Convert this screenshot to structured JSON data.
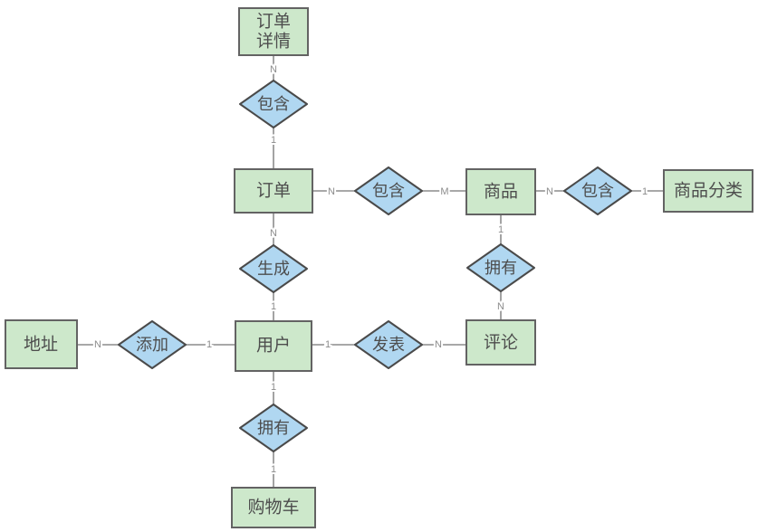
{
  "diagram": {
    "kind": "entity-relationship-diagram",
    "language": "zh-CN"
  },
  "colors": {
    "background": "#ffffff",
    "entity_fill": "#cde8cb",
    "entity_border": "#636363",
    "relation_fill": "#b0d7f1",
    "relation_border": "#4a4a4a",
    "connector": "#8c8c8c",
    "label_text": "#4d4d4d",
    "cardinality_text": "#8c8c8c"
  },
  "entities": [
    {
      "name": "order-details",
      "label": "订单详情",
      "lines": [
        "订单",
        "详情"
      ]
    },
    {
      "name": "order",
      "label": "订单"
    },
    {
      "name": "product",
      "label": "商品"
    },
    {
      "name": "product-category",
      "label": "商品分类"
    },
    {
      "name": "address",
      "label": "地址"
    },
    {
      "name": "user",
      "label": "用户"
    },
    {
      "name": "comment",
      "label": "评论"
    },
    {
      "name": "cart",
      "label": "购物车"
    }
  ],
  "relationships": [
    {
      "name": "contains-orderdetails-order",
      "label": "包含",
      "source": "订单详情",
      "source_card": "N",
      "target": "订单",
      "target_card": "1"
    },
    {
      "name": "contains-order-product",
      "label": "包含",
      "source": "订单",
      "source_card": "N",
      "target": "商品",
      "target_card": "M"
    },
    {
      "name": "contains-product-category",
      "label": "包含",
      "source": "商品",
      "source_card": "N",
      "target": "商品分类",
      "target_card": "1"
    },
    {
      "name": "generates-order-user",
      "label": "生成",
      "source": "订单",
      "source_card": "N",
      "target": "用户",
      "target_card": "1"
    },
    {
      "name": "has-product-comment",
      "label": "拥有",
      "source": "商品",
      "source_card": "1",
      "target": "评论",
      "target_card": "N"
    },
    {
      "name": "adds-address-user",
      "label": "添加",
      "source": "地址",
      "source_card": "N",
      "target": "用户",
      "target_card": "1"
    },
    {
      "name": "publishes-user-comment",
      "label": "发表",
      "source": "用户",
      "source_card": "1",
      "target": "评论",
      "target_card": "N"
    },
    {
      "name": "has-user-cart",
      "label": "拥有",
      "source": "用户",
      "source_card": "1",
      "target": "购物车",
      "target_card": "1"
    }
  ]
}
